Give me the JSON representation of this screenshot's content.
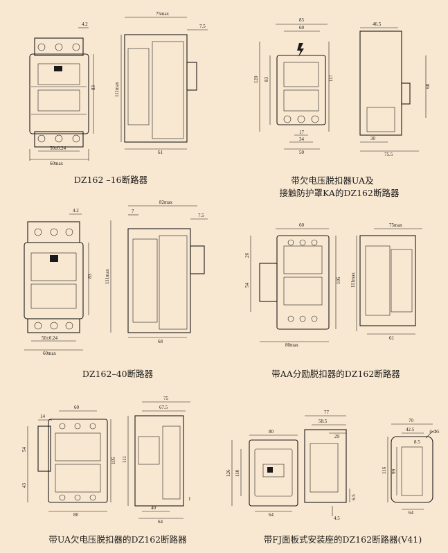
{
  "captions": {
    "c1": "DZ162 –16断路器",
    "c2_line1": "带欠电压脱扣器UA及",
    "c2_line2": "接触防护罩KA的DZ162断路器",
    "c3": "DZ162–40断路器",
    "c4": "带AA分励脱扣器的DZ162断路器",
    "c5": "带UA欠电压脱扣器的DZ162断路器",
    "c6": "带FJ面板式安装座的DZ162断路器(V41)"
  },
  "dims": {
    "a_42": "4.2",
    "a_83": "83",
    "a_50": "50±0.24",
    "a_60max": "60max",
    "b_75max": "75max",
    "b_75": "7.5",
    "b_111max": "111max",
    "b_61": "61",
    "c_85": "85",
    "c_60": "60",
    "c_120": "120",
    "c_83": "83",
    "c_117": "117",
    "c_17": "17",
    "c_34": "34",
    "c_50": "50",
    "d_465": "46.5",
    "d_68": "68",
    "d_30": "30",
    "d_755": "75.5",
    "e_42": "4.2",
    "e_83": "83",
    "e_50": "50±0.24",
    "e_60max": "60max",
    "f_82max": "82max",
    "f_7": "7",
    "f_75": "7.5",
    "f_111max": "111max",
    "f_68": "68",
    "g_60": "60",
    "g_26": "26",
    "g_54": "54",
    "g_105": "105",
    "g_80max": "80max",
    "h_75max": "75max",
    "h_111max": "111max",
    "h_61": "61",
    "i_60": "60",
    "i_14": "14",
    "i_54": "54",
    "i_43": "43",
    "i_105": "105",
    "i_80": "80",
    "j_75": "75",
    "j_675": "67.5",
    "j_111": "111",
    "j_40": "40",
    "j_64": "64",
    "j_1": "1",
    "k_80": "80",
    "k_126": "126",
    "k_110": "110",
    "k_64": "64",
    "l_77": "77",
    "l_585": "58.5",
    "l_29": "29",
    "l_65": "6.5",
    "l_45": "4.5",
    "m_70": "70",
    "m_425": "42.5",
    "m_phi": "4-Φ5",
    "m_85": "8.5",
    "m_116": "116",
    "m_99": "99",
    "m_64": "64"
  }
}
